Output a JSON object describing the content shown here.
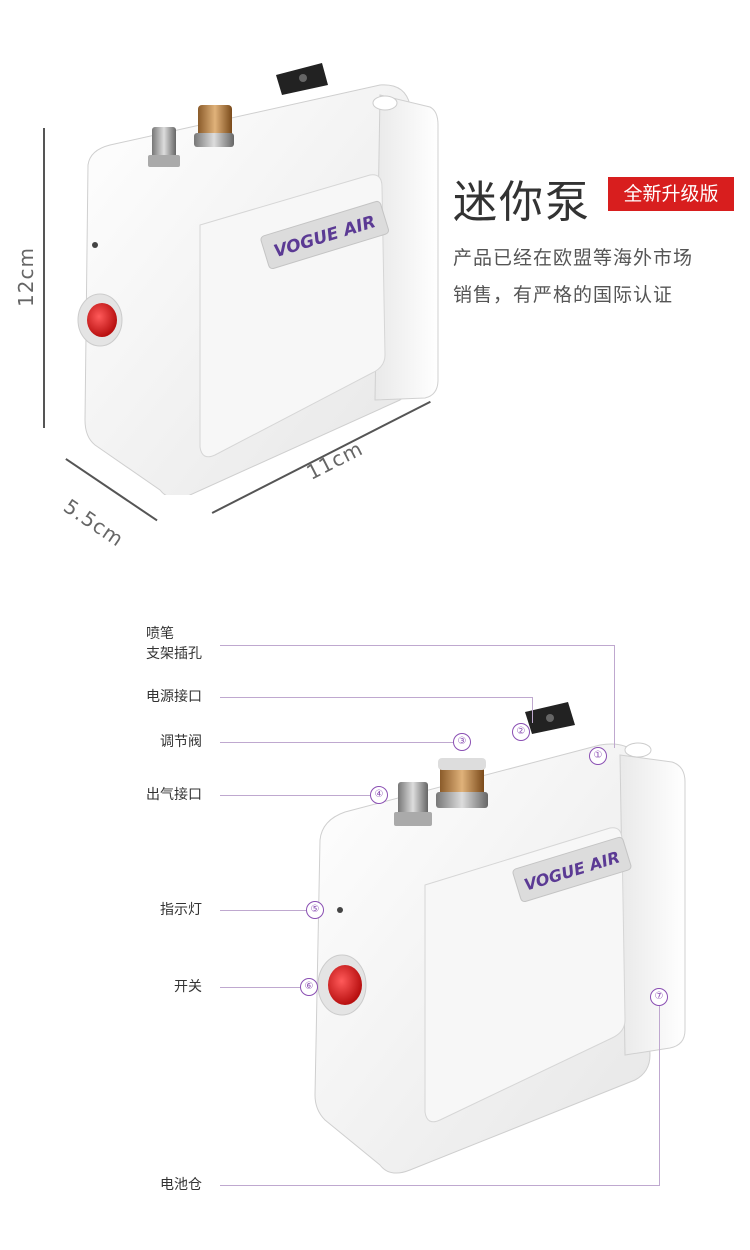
{
  "dimensions": {
    "height": "12cm",
    "depth": "5.5cm",
    "width": "11cm"
  },
  "headline": {
    "title": "迷你泵",
    "badge": "全新升级版",
    "description_line1": "产品已经在欧盟等海外市场",
    "description_line2": "销售，有严格的国际认证"
  },
  "brand_label": "VOGUE AIR",
  "callouts": [
    {
      "number": "①",
      "label_line1": "喷笔",
      "label_line2": "支架插孔"
    },
    {
      "number": "②",
      "label": "电源接口"
    },
    {
      "number": "③",
      "label": "调节阀"
    },
    {
      "number": "④",
      "label": "出气接口"
    },
    {
      "number": "⑤",
      "label": "指示灯"
    },
    {
      "number": "⑥",
      "label": "开关"
    },
    {
      "number": "⑦",
      "label": "电池仓"
    }
  ],
  "colors": {
    "badge": "#d81e1e",
    "callout_accent": "#8a4fb3",
    "switch": "#d81e1e",
    "brand_text": "#5b3a94"
  }
}
